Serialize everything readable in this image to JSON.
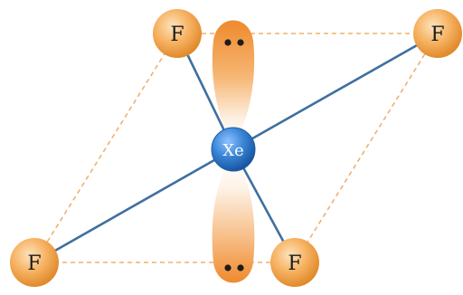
{
  "molecule": {
    "central_atom": {
      "label": "Xe",
      "color": "#2f7fd0"
    },
    "ligands": [
      {
        "label": "F"
      },
      {
        "label": "F"
      },
      {
        "label": "F"
      },
      {
        "label": "F"
      }
    ],
    "ligand_color": "#f2a24a",
    "bond_color": "#3f6f9f",
    "lone_pair_color": "#f3a155",
    "dashed_plane_color": "#f0b070",
    "lone_pairs": 2
  }
}
